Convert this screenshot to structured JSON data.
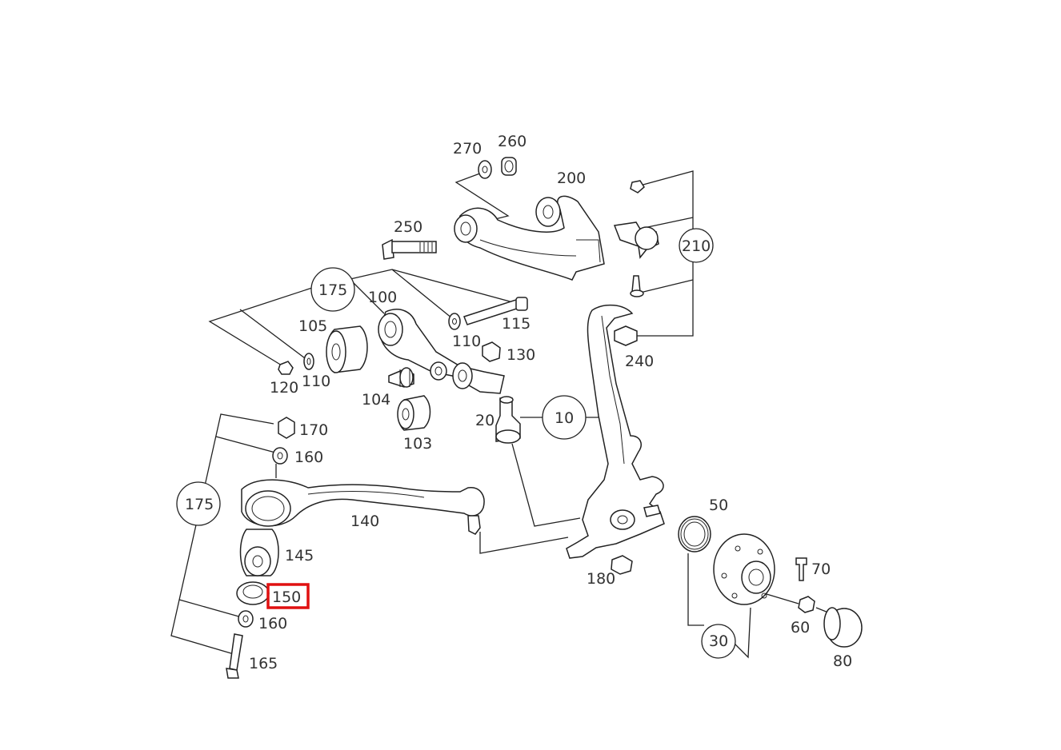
{
  "labels": {
    "l270": "270",
    "l260": "260",
    "l200": "200",
    "l250": "250",
    "l210a": "210",
    "l175a": "175",
    "l100": "100",
    "l115": "115",
    "l105": "105",
    "l110a": "110",
    "l130": "130",
    "l240": "240",
    "l120": "120",
    "l110b": "110",
    "l104": "104",
    "l20": "20",
    "l10": "10",
    "l103": "103",
    "l170": "170",
    "l160a": "160",
    "l175b": "175",
    "l140": "140",
    "l50": "50",
    "l145": "145",
    "l180": "180",
    "l70": "70",
    "l150": "150",
    "l160b": "160",
    "l60": "60",
    "l165": "165",
    "l30": "30",
    "l80": "80"
  },
  "highlight": {
    "label": "150",
    "color": "#e01010"
  },
  "colors": {
    "line": "#222222",
    "text": "#333333",
    "background": "#ffffff"
  }
}
